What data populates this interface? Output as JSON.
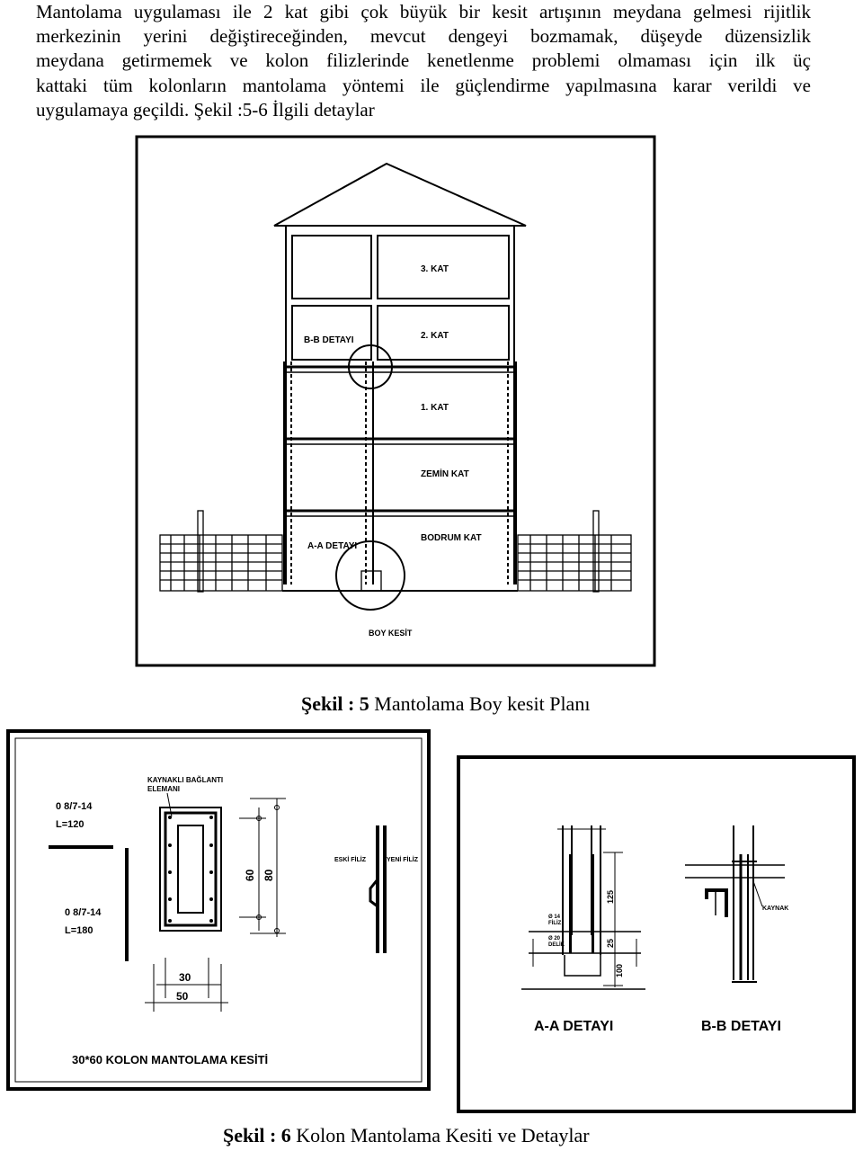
{
  "paragraph": {
    "lines": [
      "Mantolama uygulaması ile 2 kat gibi çok büyük bir kesit artışının meydana gelmesi rijitlik",
      "merkezinin yerini değiştireceğinden, mevcut dengeyi bozmamak, düşeyde düzensizlik",
      "meydana getirmemek ve kolon filizlerinde kenetlenme problemi olmaması  için ilk üç",
      "kattaki tüm kolonların mantolama yöntemi ile güçlendirme yapılmasına karar verildi ve",
      "uygulamaya geçildi. Şekil :5-6 İlgili detaylar"
    ]
  },
  "figure5": {
    "labels": {
      "kat3": "3. KAT",
      "kat2": "2. KAT",
      "kat1": "1. KAT",
      "zemin": "ZEMİN KAT",
      "bodrum": "BODRUM KAT",
      "bb": "B-B DETAYI",
      "aa": "A-A DETAYI",
      "boy": "BOY KESİT"
    },
    "caption_bold": "Şekil : 5",
    "caption_text": " Mantolama Boy kesit Planı"
  },
  "figure6": {
    "left": {
      "rebar1_a": "0 8/7-14",
      "rebar1_b": "L=120",
      "rebar2_a": "0 8/7-14",
      "rebar2_b": "L=180",
      "kaynakli_a": "KAYNAKLI BAĞLANTI",
      "kaynakli_b": "ELEMANI",
      "dim60": "60",
      "dim80": "80",
      "dim30": "30",
      "dim50": "50",
      "eski": "ESKİ FİLİZ",
      "yeni": "YENİ FİLİZ",
      "title": "30*60 KOLON  MANTOLAMA KESİTİ"
    },
    "right": {
      "dim125": "125",
      "dim25": "25",
      "dim100": "100",
      "filiz_a": "Ø 14",
      "filiz_b": "FİLİZ",
      "delik_a": "Ø 20",
      "delik_b": "DELİK",
      "kaynak": "KAYNAK",
      "aa_title": "A-A DETAYI",
      "bb_title": "B-B DETAYI"
    },
    "caption_bold": "Şekil : 6",
    "caption_text": "  Kolon Mantolama Kesiti ve Detaylar"
  }
}
